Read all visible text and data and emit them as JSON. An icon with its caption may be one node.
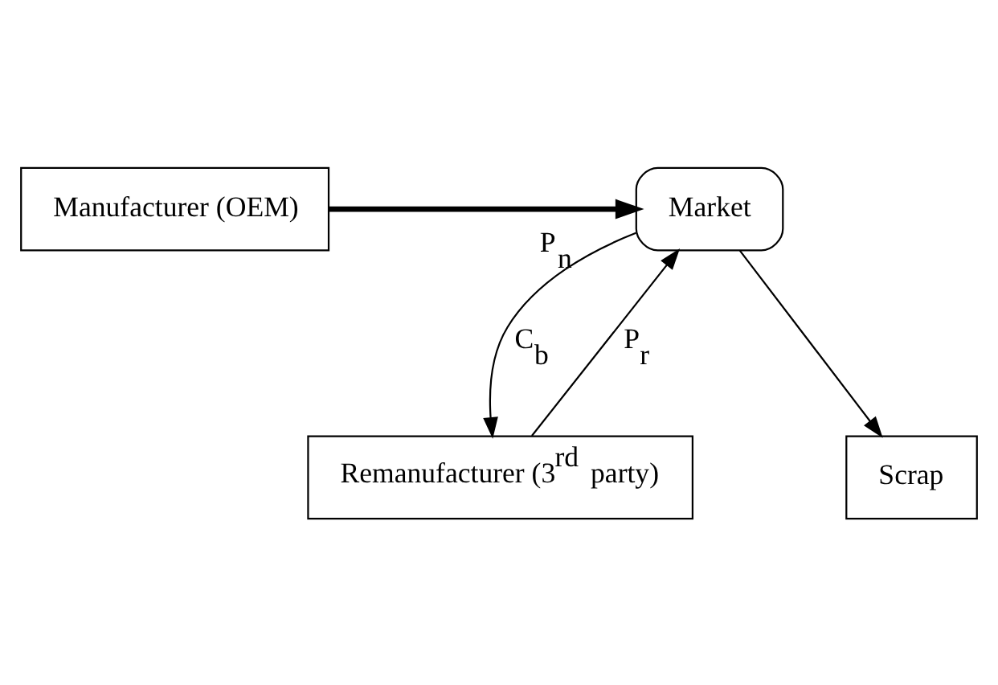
{
  "diagram": {
    "nodes": [
      {
        "text": [
          "Manufacturer (OEM)"
        ]
      },
      {
        "text": [
          "Market"
        ]
      },
      {
        "text": [
          "Remanufacturer (3$^{rd}$ party)"
        ]
      },
      {
        "text": [
          "Scrap"
        ]
      }
    ],
    "edges": [
      {
        "from": 0,
        "to": 1,
        "arrow": "to",
        "label": "P$_{n}$",
        "style": "thick"
      },
      {
        "from": 2,
        "to": 1,
        "arrow": "to",
        "label": "P$_{r}$"
      },
      {
        "from": 1,
        "to": 2,
        "arrow": "to",
        "label": "C$_{b}$"
      },
      {
        "from": 1,
        "to": 3,
        "arrow": "to"
      }
    ]
  }
}
